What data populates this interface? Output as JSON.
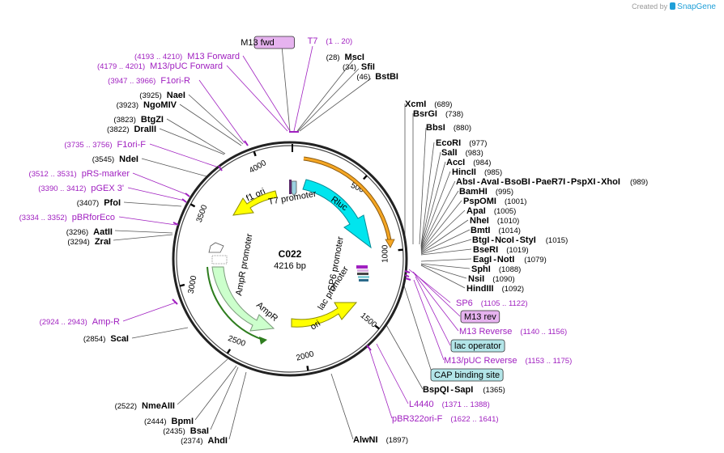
{
  "credit": {
    "prefix": "Created by",
    "brand": "SnapGene"
  },
  "plasmid": {
    "name": "C022",
    "size_label": "4216 bp"
  },
  "ticks": [
    "500",
    "1000",
    "1500",
    "2000",
    "2500",
    "3000",
    "3500",
    "4000"
  ],
  "features": [
    {
      "label": "T7 promoter"
    },
    {
      "label": "Rluc"
    },
    {
      "label": "f1 ori"
    },
    {
      "label": "AmpR promoter"
    },
    {
      "label": "AmpR"
    },
    {
      "label": "SP6 promoter"
    },
    {
      "label": "lac promoter"
    },
    {
      "label": "ori"
    }
  ],
  "label_groups": {
    "top": [
      {
        "kind": "box",
        "name": "M13 fwd"
      },
      {
        "kind": "primer",
        "name": "T7",
        "pos": "(1 .. 20)"
      },
      {
        "kind": "enzyme",
        "name": "MscI",
        "pos": "(28)"
      },
      {
        "kind": "enzyme",
        "name": "SfiI",
        "pos": "(34)"
      },
      {
        "kind": "enzyme",
        "name": "BstBI",
        "pos": "(46)"
      }
    ],
    "left_upper": [
      {
        "kind": "primer",
        "name": "M13 Forward",
        "pos": "(4193 .. 4210)"
      },
      {
        "kind": "primer",
        "name": "M13/pUC Forward",
        "pos": "(4179 .. 4201)"
      },
      {
        "kind": "primer",
        "name": "F1ori-R",
        "pos": "(3947 .. 3966)"
      },
      {
        "kind": "enzyme",
        "name": "NaeI",
        "pos": "(3925)"
      },
      {
        "kind": "enzyme",
        "name": "NgoMIV",
        "pos": "(3923)"
      },
      {
        "kind": "enzyme",
        "name": "BtgZI",
        "pos": "(3823)"
      },
      {
        "kind": "enzyme",
        "name": "DraIII",
        "pos": "(3822)"
      },
      {
        "kind": "primer",
        "name": "F1ori-F",
        "pos": "(3735 .. 3756)"
      },
      {
        "kind": "enzyme",
        "name": "NdeI",
        "pos": "(3545)"
      },
      {
        "kind": "primer",
        "name": "pRS-marker",
        "pos": "(3512 .. 3531)"
      },
      {
        "kind": "primer",
        "name": "pGEX 3'",
        "pos": "(3390 .. 3412)"
      },
      {
        "kind": "enzyme",
        "name": "PfoI",
        "pos": "(3407)"
      },
      {
        "kind": "primer",
        "name": "pBRforEco",
        "pos": "(3334 .. 3352)"
      },
      {
        "kind": "enzyme",
        "name": "AatII",
        "pos": "(3296)"
      },
      {
        "kind": "enzyme",
        "name": "ZraI",
        "pos": "(3294)"
      }
    ],
    "left_lower": [
      {
        "kind": "primer",
        "name": "Amp-R",
        "pos": "(2924 .. 2943)"
      },
      {
        "kind": "enzyme",
        "name": "ScaI",
        "pos": "(2854)"
      },
      {
        "kind": "enzyme",
        "name": "NmeAIII",
        "pos": "(2522)"
      },
      {
        "kind": "enzyme",
        "name": "BpmI",
        "pos": "(2444)"
      },
      {
        "kind": "enzyme",
        "name": "BsaI",
        "pos": "(2435)"
      },
      {
        "kind": "enzyme",
        "name": "AhdI",
        "pos": "(2374)"
      }
    ],
    "right_upper": [
      {
        "kind": "enzyme",
        "name": "XcmI",
        "pos": "(689)"
      },
      {
        "kind": "enzyme",
        "name": "BsrGI",
        "pos": "(738)"
      },
      {
        "kind": "enzyme",
        "name": "BbsI",
        "pos": "(880)"
      },
      {
        "kind": "enzyme",
        "name": "EcoRI",
        "pos": "(977)"
      },
      {
        "kind": "enzyme",
        "name": "SalI",
        "pos": "(983)"
      },
      {
        "kind": "enzyme",
        "name": "AccI",
        "pos": "(984)"
      },
      {
        "kind": "enzyme",
        "name": "HincII",
        "pos": "(985)"
      },
      {
        "kind": "enzyme_multi",
        "names": [
          "AbsI",
          "AvaI",
          "BsoBI",
          "PaeR7I",
          "PspXI",
          "XhoI"
        ],
        "pos": "(989)"
      },
      {
        "kind": "enzyme",
        "name": "BamHI",
        "pos": "(995)"
      },
      {
        "kind": "enzyme",
        "name": "PspOMI",
        "pos": "(1001)"
      },
      {
        "kind": "enzyme",
        "name": "ApaI",
        "pos": "(1005)"
      },
      {
        "kind": "enzyme",
        "name": "NheI",
        "pos": "(1010)"
      },
      {
        "kind": "enzyme",
        "name": "BmtI",
        "pos": "(1014)"
      },
      {
        "kind": "enzyme_multi",
        "names": [
          "BtgI",
          "NcoI",
          "StyI"
        ],
        "pos": "(1015)"
      },
      {
        "kind": "enzyme",
        "name": "BseRI",
        "pos": "(1019)"
      },
      {
        "kind": "enzyme_multi",
        "names": [
          "EagI",
          "NotI"
        ],
        "pos": "(1079)"
      },
      {
        "kind": "enzyme",
        "name": "SphI",
        "pos": "(1088)"
      },
      {
        "kind": "enzyme",
        "name": "NsiI",
        "pos": "(1090)"
      },
      {
        "kind": "enzyme",
        "name": "HindIII",
        "pos": "(1092)"
      }
    ],
    "right_lower": [
      {
        "kind": "primer",
        "name": "SP6",
        "pos": "(1105 .. 1122)"
      },
      {
        "kind": "box",
        "name": "M13 rev"
      },
      {
        "kind": "primer",
        "name": "M13 Reverse",
        "pos": "(1140 .. 1156)"
      },
      {
        "kind": "box",
        "name": "lac operator"
      },
      {
        "kind": "primer",
        "name": "M13/pUC Reverse",
        "pos": "(1153 .. 1175)"
      },
      {
        "kind": "box",
        "name": "CAP binding site"
      },
      {
        "kind": "enzyme_multi",
        "names": [
          "BspQI",
          "SapI"
        ],
        "pos": "(1365)"
      },
      {
        "kind": "primer",
        "name": "L4440",
        "pos": "(1371 .. 1388)"
      },
      {
        "kind": "primer",
        "name": "pBR322ori-F",
        "pos": "(1622 .. 1641)"
      },
      {
        "kind": "enzyme",
        "name": "AlwNI",
        "pos": "(1897)"
      }
    ]
  },
  "colors": {
    "backbone": "#222222",
    "primer": "#a020c0",
    "rluc": "#00e5ee",
    "rluc_stroke": "#008b96",
    "ori": "#ffff00",
    "ori_stroke": "#8b8b00",
    "ampr": "#ccffcc",
    "ampr_stroke": "#7a9a7a",
    "ampr_outline": "#2e7d1e",
    "orange_arc": "#f5a623",
    "orange_arc_stroke": "#8a5a10",
    "m13_box": "#e6b3ef",
    "lac_box": "#b3e5e8"
  }
}
